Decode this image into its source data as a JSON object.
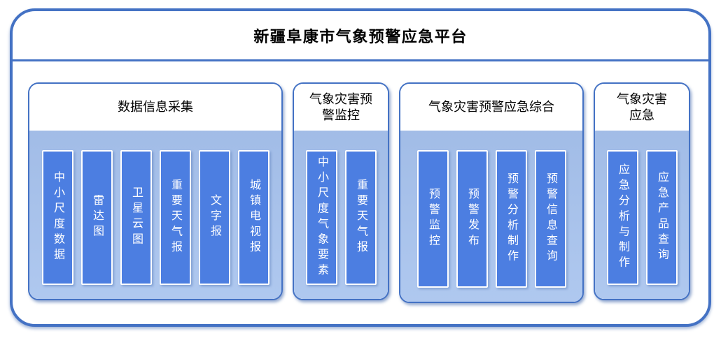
{
  "title": "新疆阜康市气象预警应急平台",
  "colors": {
    "frame_border": "#4472C4",
    "section_fill": "#A9C4EE",
    "module_fill": "#4C7EE1",
    "title_color": "#000000",
    "module_text": "#FFFFFF"
  },
  "sections": [
    {
      "id": "data-collection",
      "title": "数据信息采集",
      "items": [
        "中小尺度数据",
        "雷达图",
        "卫星云图",
        "重要天气报",
        "文字报",
        "城镇电视报"
      ]
    },
    {
      "id": "disaster-warning-monitoring",
      "title": "气象灾害预\n警监控",
      "items": [
        "中小尺度气象要素",
        "重要天气报"
      ]
    },
    {
      "id": "warning-emergency-comprehensive",
      "title": "气象灾害预警应急综合",
      "items": [
        "预警监控",
        "预警发布",
        "预警分析制作",
        "预警信息查询"
      ]
    },
    {
      "id": "disaster-emergency",
      "title": "气象灾害\n应急",
      "items": [
        "应急分析与制作",
        "应急产品查询"
      ]
    }
  ]
}
